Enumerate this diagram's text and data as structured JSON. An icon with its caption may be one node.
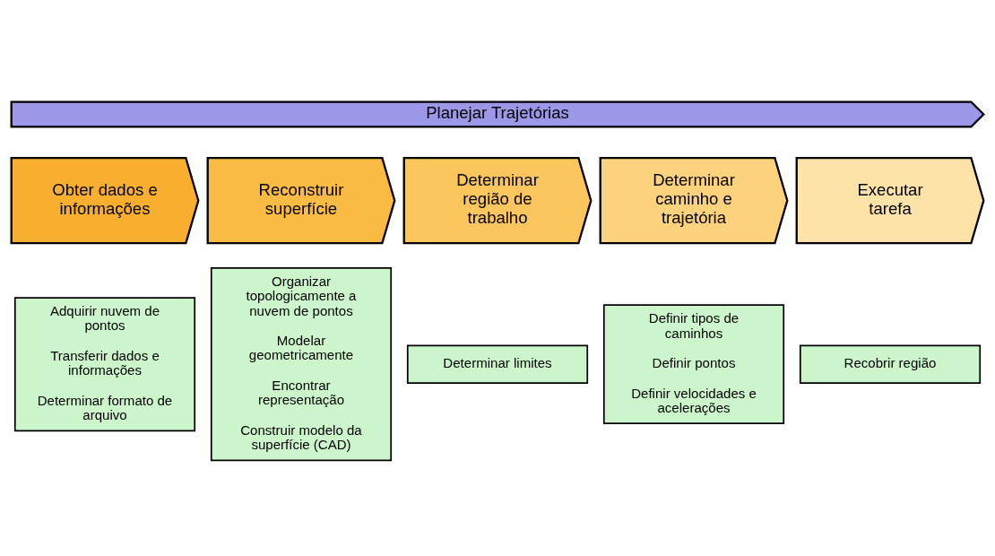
{
  "diagram": {
    "nodes": [
      {
        "text": [
          "Planejar Trajetórias"
        ]
      },
      {
        "text": [
          "Obter dados e informações"
        ]
      },
      {
        "text": [
          "Reconstruir superfície"
        ]
      },
      {
        "text": [
          "Determinar região de trabalho"
        ]
      },
      {
        "text": [
          "Determinar caminho e trajetória"
        ]
      },
      {
        "text": [
          "Executar tarefa"
        ]
      },
      {
        "text": [
          "Adquirir nuvem de pontos",
          "Transferir dados e informações",
          "Determinar formato de arquivo"
        ]
      },
      {
        "text": [
          "Organizar topologicamente a nuvem de pontos",
          "Modelar geometricamente",
          "Encontrar representação",
          "Construir modelo da superfície (CAD)"
        ]
      },
      {
        "text": [
          "Determinar limites"
        ]
      },
      {
        "text": [
          "Definir tipos de caminhos",
          "Definir pontos",
          "Definir velocidades e acelerações"
        ]
      },
      {
        "text": [
          "Recobrir região"
        ]
      }
    ],
    "edges": []
  }
}
